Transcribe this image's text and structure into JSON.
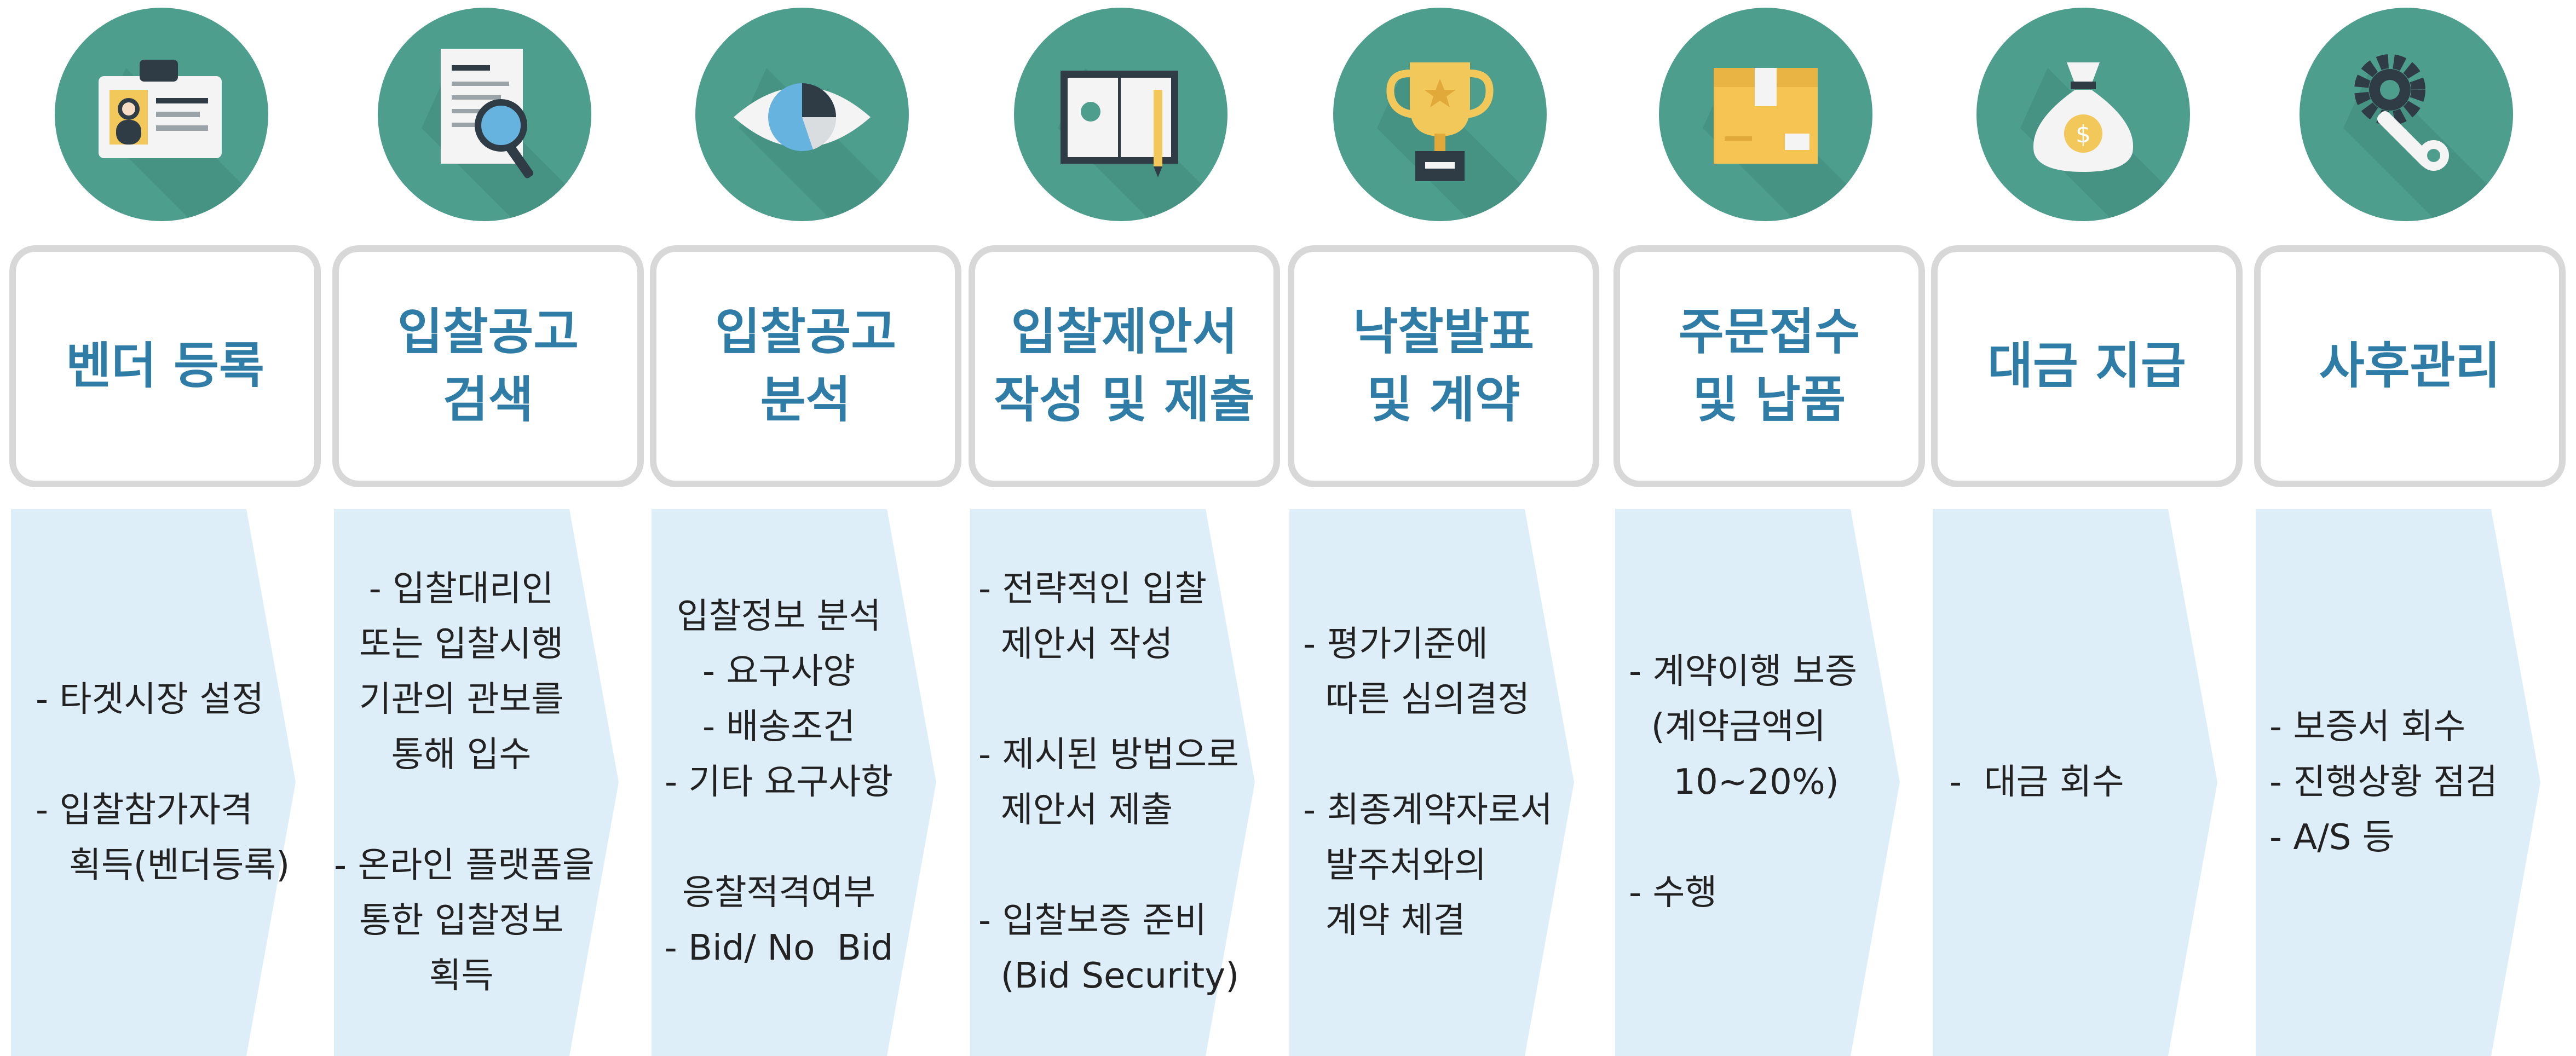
{
  "colors": {
    "icon_circle": "#4e9e8e",
    "title_text": "#2f7da6",
    "title_border": "#d8d8d8",
    "chevron_fill": "#deeef9"
  },
  "steps": [
    {
      "icon": "id-badge-icon",
      "title": [
        "벤더 등록"
      ],
      "desc": [
        "- 타겟시장 설정",
        "",
        "- 입찰참가자격",
        "   획득(벤더등록)"
      ]
    },
    {
      "icon": "document-search-icon",
      "title": [
        "입찰공고",
        "검색"
      ],
      "desc": [
        "- 입찰대리인",
        "또는 입찰시행",
        "기관의 관보를",
        "통해 입수",
        "",
        "- 온라인 플랫폼을",
        "통한 입찰정보",
        "획득"
      ]
    },
    {
      "icon": "eye-chart-icon",
      "title": [
        "입찰공고",
        "분석"
      ],
      "desc": [
        "입찰정보 분석",
        "- 요구사양",
        "- 배송조건",
        "- 기타 요구사항",
        "",
        "응찰적격여부",
        "- Bid/ No  Bid"
      ]
    },
    {
      "icon": "open-book-pencil-icon",
      "title": [
        "입찰제안서",
        "작성 및 제출"
      ],
      "desc": [
        "- 전략적인 입찰",
        "  제안서 작성",
        "",
        "- 제시된 방법으로",
        "  제안서 제출",
        "",
        "- 입찰보증 준비",
        "  (Bid Security)"
      ]
    },
    {
      "icon": "trophy-icon",
      "title": [
        "낙찰발표",
        "및 계약"
      ],
      "desc": [
        "- 평가기준에",
        "  따른 심의결정",
        "",
        "- 최종계약자로서",
        "  발주처와의",
        "  계약 체결"
      ]
    },
    {
      "icon": "package-box-icon",
      "title": [
        "주문접수",
        "및 납품"
      ],
      "desc": [
        "- 계약이행 보증",
        "  (계약금액의",
        "    10~20%)",
        "",
        "- 수행"
      ]
    },
    {
      "icon": "money-bag-icon",
      "title": [
        "대금 지급"
      ],
      "desc": [
        "-  대금 회수"
      ]
    },
    {
      "icon": "gear-wrench-icon",
      "title": [
        "사후관리"
      ],
      "desc": [
        "- 보증서 회수",
        "- 진행상황 점검",
        "- A/S 등"
      ]
    }
  ]
}
